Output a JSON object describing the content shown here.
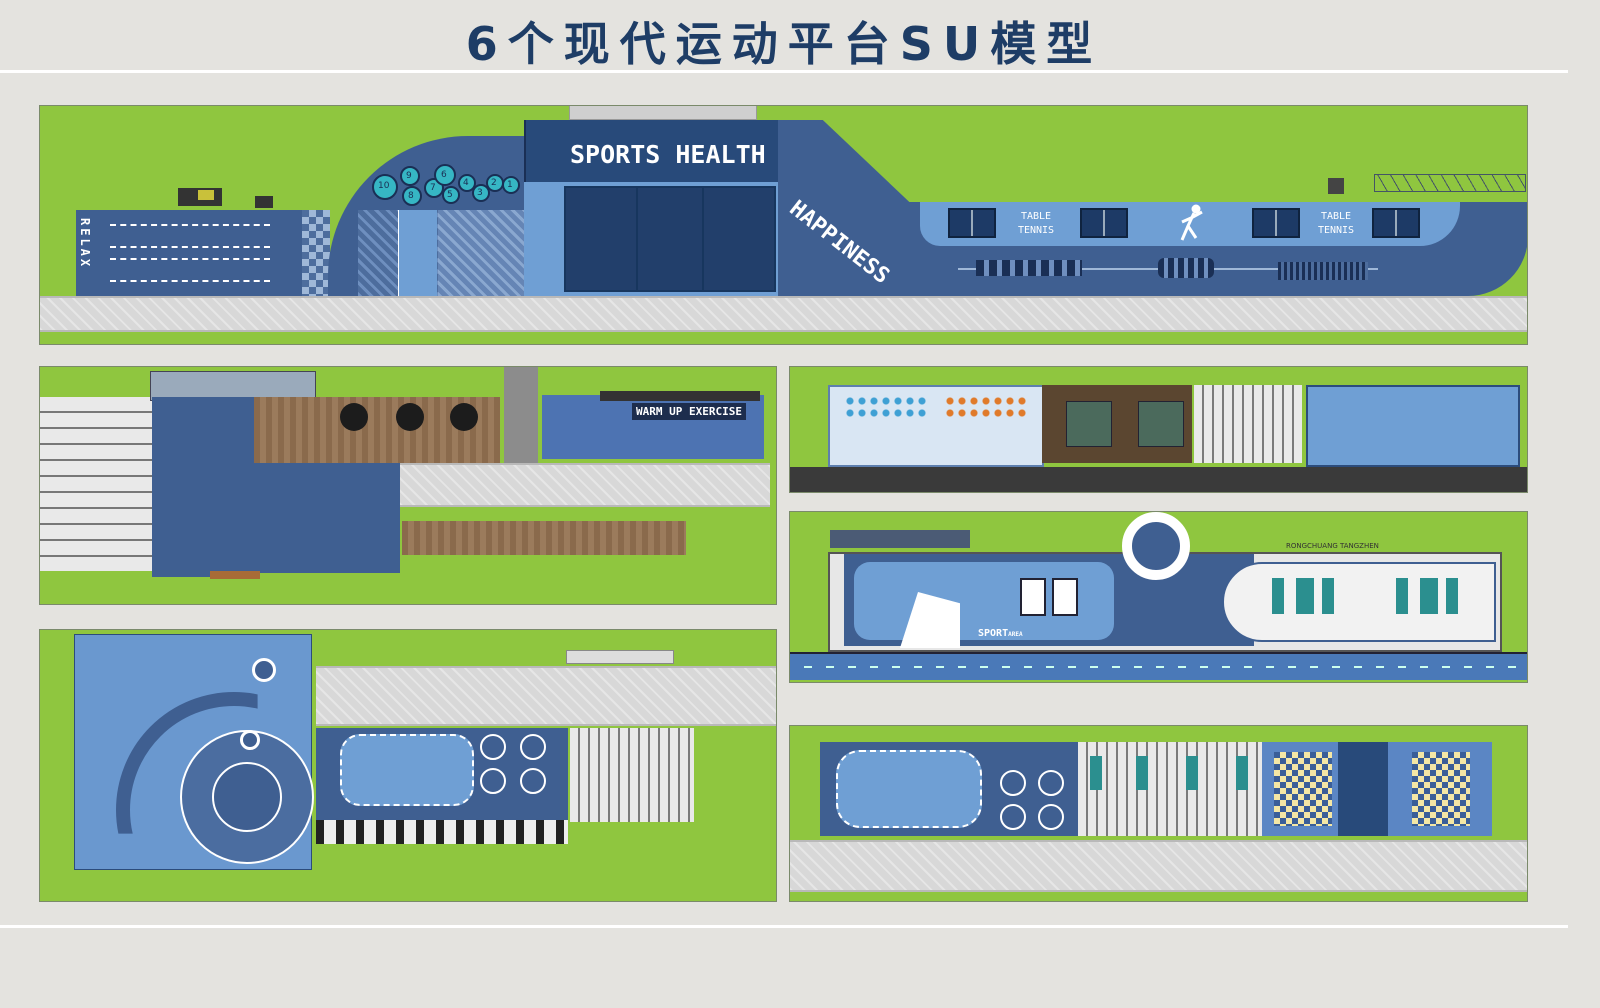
{
  "title": "6个现代运动平台SU模型",
  "panel1": {
    "sign_main": "SPORTS HEALTH",
    "sign_diag": "HAPPINESS",
    "relax": "RELAX",
    "table_tennis_1": "TABLE TENNIS",
    "table_tennis_2": "TABLE TENNIS",
    "numbers": [
      "10",
      "9",
      "8",
      "7",
      "6",
      "5",
      "4",
      "3",
      "2",
      "1"
    ]
  },
  "panel2": {
    "warmup": "WARM UP EXERCISE"
  },
  "panel5": {
    "sport_area": "SPORT",
    "sport_area_sub": "AREA",
    "top_text": "RONGCHUANG TANGZHEN"
  },
  "colors": {
    "grass": "#8fc63f",
    "navy": "#3f5f91",
    "light_blue": "#6f9fd4",
    "title": "#1e3d66"
  }
}
